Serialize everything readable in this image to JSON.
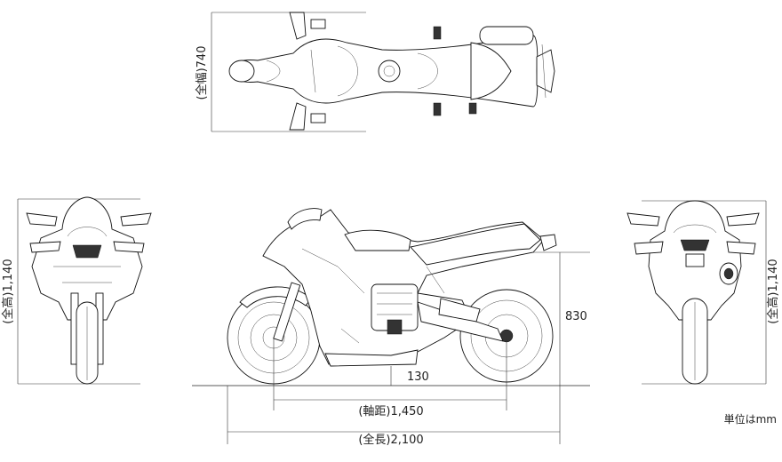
{
  "dimensions": {
    "width_label": "(全幅)740",
    "height_label_front": "(全高)1,140",
    "height_label_rear": "(全高)1,140",
    "seat_height": "830",
    "ground_clearance": "130",
    "wheelbase": "(軸距)1,450",
    "length": "(全長)2,100"
  },
  "unit_note": "単位はmm"
}
